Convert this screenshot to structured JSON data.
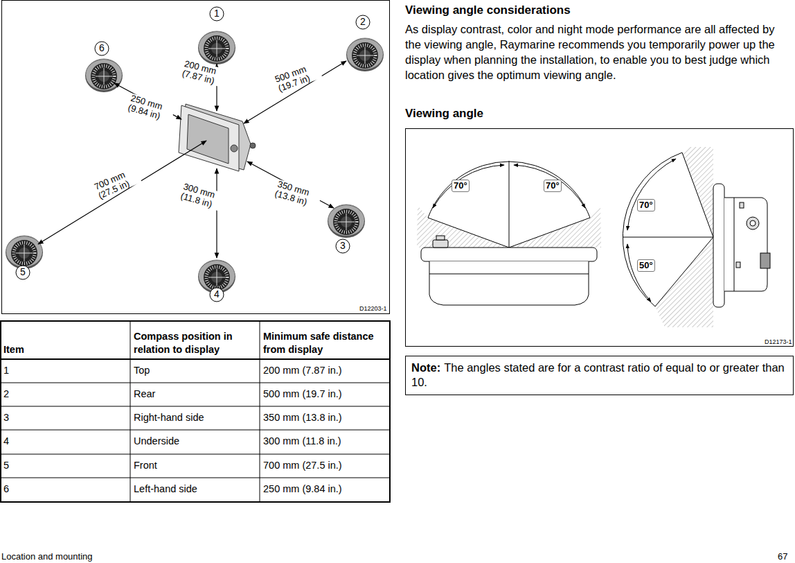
{
  "diagram": {
    "nodes": [
      {
        "text": [
          "Note:",
          "The angles stated are for a contrast ratio of equal to or greater than 10."
        ]
      }
    ],
    "labels": [
      "1",
      "2",
      "6",
      "200 mm (7.87 in)",
      "500 mm (19.7 in)",
      "250 mm (9.84 in)",
      "700 mm (27.5 in)",
      "300 mm (11.8 in)",
      "350 mm (13.8 in)",
      "3",
      "5",
      "4",
      "D12203-1",
      "Item",
      "Compass position in relation to display",
      "Minimum safe distance from display",
      "1",
      "Top",
      "200 mm (7.87 in.)",
      "2",
      "Rear",
      "500 mm (19.7 in.)",
      "3",
      "Right-hand side",
      "350 mm (13.8 in.)",
      "4",
      "Underside",
      "300 mm (11.8 in.)",
      "5",
      "Front",
      "700 mm (27.5 in.)",
      "6",
      "Left-hand side",
      "250 mm (9.84 in.)",
      "Viewing angle considerations",
      "As display contrast, color and night mode performance are all affected by the viewing angle, Raymarine recommends you temporarily power up the display when planning the installation, to enable you to best judge which location gives the optimum viewing angle.",
      "Viewing angle",
      "70°",
      "70°",
      "70°",
      "50°",
      "D12173-1",
      "Location and mounting",
      "67"
    ]
  }
}
